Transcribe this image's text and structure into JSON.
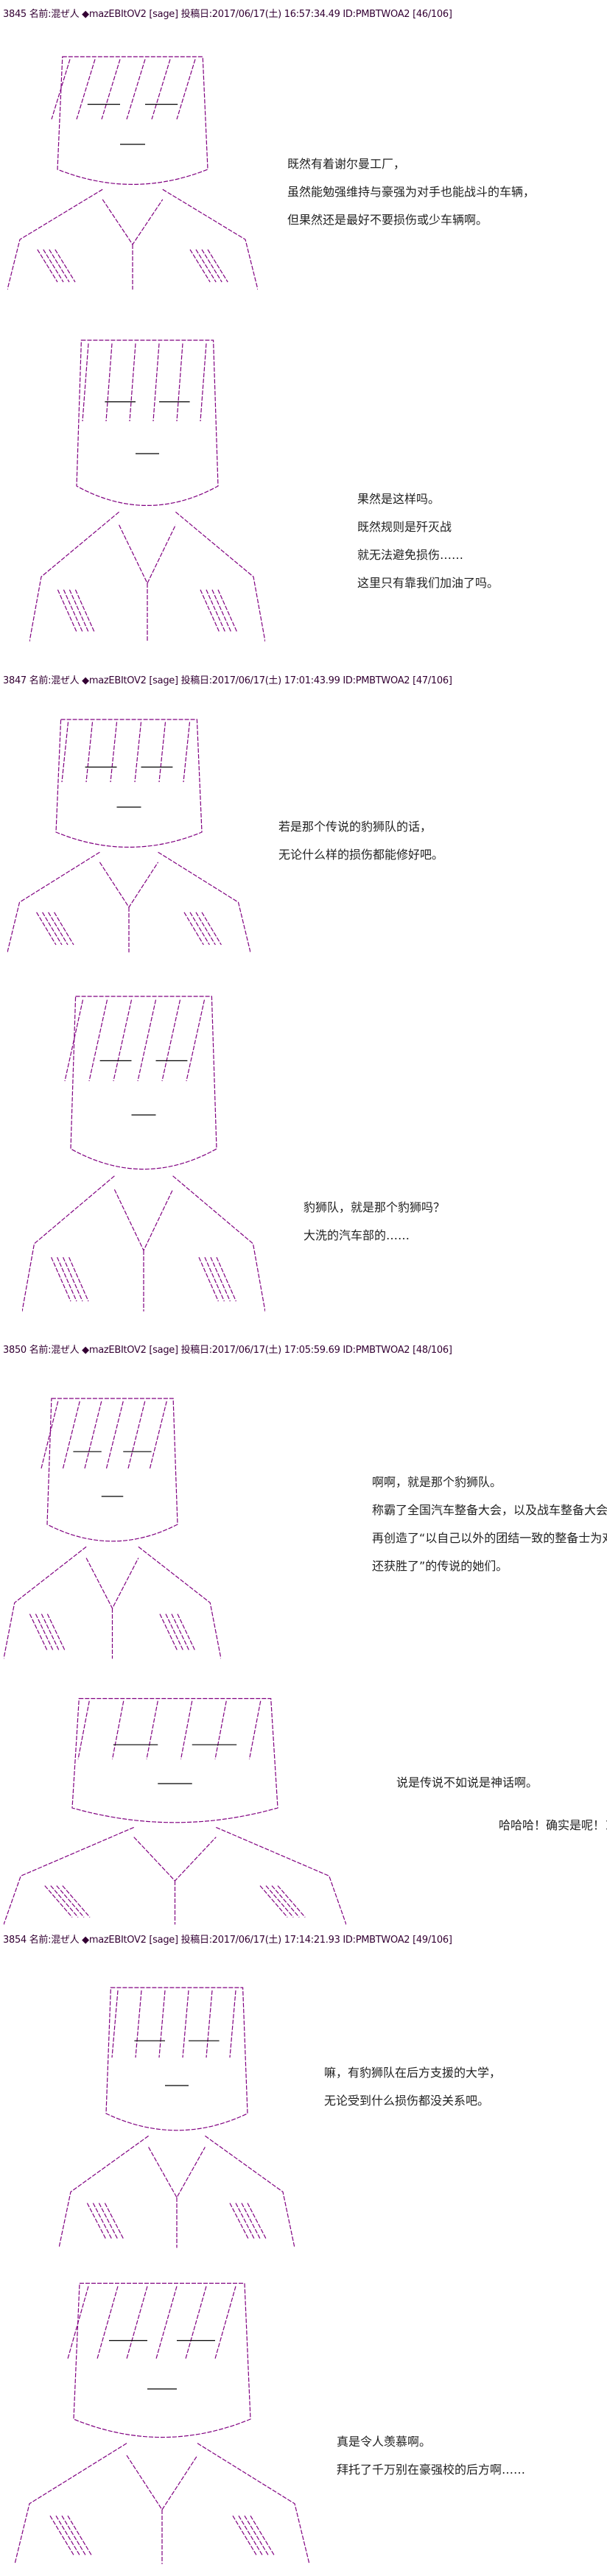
{
  "posts": [
    {
      "number": "3845",
      "name_label": "名前:",
      "name": "混ぜ人",
      "trip": "◆mazEBItOV2",
      "mail": "[sage]",
      "date_label": "投稿日:",
      "date": "2017/06/17(土) 16:57:34.49",
      "id": "ID:PMBTWOA2",
      "count": "[46/106]",
      "panels": [
        {
          "lines": [
            "既然有着谢尔曼工厂，",
            "虽然能勉强维持与豪强为对手也能战斗的车辆，",
            "但果然还是最好不要损伤或少车辆啊。"
          ]
        },
        {
          "lines": [
            "果然是这样吗。",
            "既然规则是歼灭战",
            "就无法避免损伤……",
            "这里只有靠我们加油了吗。"
          ]
        }
      ]
    },
    {
      "number": "3847",
      "name_label": "名前:",
      "name": "混ぜ人",
      "trip": "◆mazEBItOV2",
      "mail": "[sage]",
      "date_label": "投稿日:",
      "date": "2017/06/17(土) 17:01:43.99",
      "id": "ID:PMBTWOA2",
      "count": "[47/106]",
      "panels": [
        {
          "lines": [
            "若是那个传说的豹狮队的话，",
            "无论什么样的损伤都能修好吧。"
          ]
        },
        {
          "lines": [
            "豹狮队，就是那个豹狮吗？",
            "大洗的汽车部的……"
          ]
        }
      ]
    },
    {
      "number": "3850",
      "name_label": "名前:",
      "name": "混ぜ人",
      "trip": "◆mazEBItOV2",
      "mail": "[sage]",
      "date_label": "投稿日:",
      "date": "2017/06/17(土) 17:05:59.69",
      "id": "ID:PMBTWOA2",
      "count": "[48/106]",
      "panels": [
        {
          "lines": [
            "啊啊，就是那个豹狮队。",
            "称霸了全国汽车整备大会，以及战车整备大会两方，",
            "再创造了“以自己以外的团结一致的整备士为对手",
            "还获胜了”的传说的她们。"
          ]
        },
        {
          "lines": [
            "说是传说不如说是神话啊。"
          ],
          "aside": "哈哈哈！确实是呢！＞阿部"
        }
      ]
    },
    {
      "number": "3854",
      "name_label": "名前:",
      "name": "混ぜ人",
      "trip": "◆mazEBItOV2",
      "mail": "[sage]",
      "date_label": "投稿日:",
      "date": "2017/06/17(土) 17:14:21.93",
      "id": "ID:PMBTWOA2",
      "count": "[49/106]",
      "panels": [
        {
          "lines": [
            "嘛，有豹狮队在后方支援的大学，",
            "无论受到什么损伤都没关系吧。"
          ]
        },
        {
          "lines": [
            "真是令人羡慕啊。",
            "拜托了千万别在豪强校的后方啊……"
          ]
        }
      ]
    }
  ]
}
